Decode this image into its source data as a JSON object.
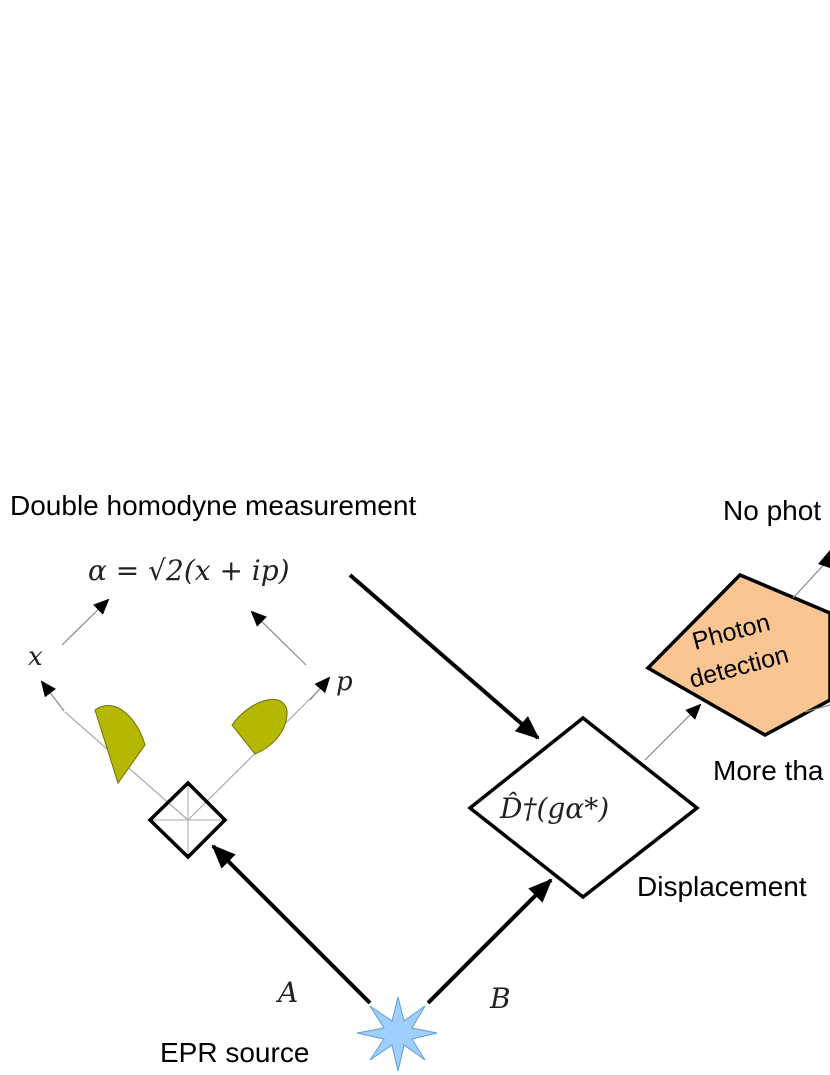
{
  "labels": {
    "double_homodyne": "Double homodyne measurement",
    "alpha_formula": "α = √2(x + ip)",
    "x": "x",
    "p": "p",
    "photon_detection_line1": "Photon",
    "photon_detection_line2": "detection",
    "no_photon": "No phot",
    "more_than": "More tha",
    "displacement_op": "D̂†(gα*)",
    "displacement": "Displacement",
    "mode_a": "A",
    "mode_b": "B",
    "epr_source": "EPR source"
  },
  "colors": {
    "detector_fill": "#b5b800",
    "photon_box_fill": "#f9c592",
    "epr_star_fill": "#9fcfff",
    "epr_star_stroke": "#5f9fd0"
  }
}
